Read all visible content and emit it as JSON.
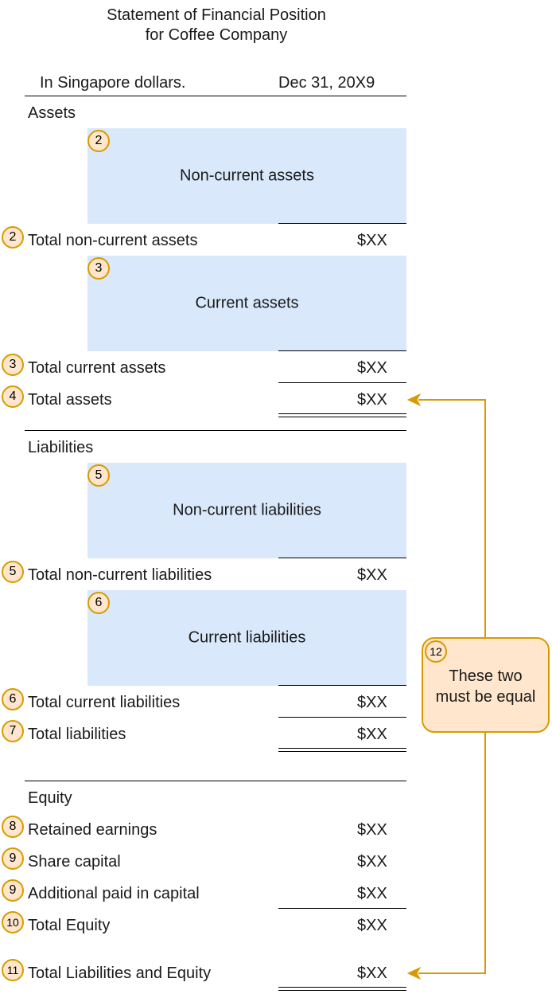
{
  "title": {
    "line1": "Statement of Financial Position",
    "line2": "for Coffee Company"
  },
  "header": {
    "currency_note": "In Singapore dollars.",
    "period": "Dec 31, 20X9"
  },
  "sections": {
    "assets": "Assets",
    "liabilities": "Liabilities",
    "equity": "Equity"
  },
  "boxes": {
    "non_current_assets": "Non-current assets",
    "current_assets": "Current assets",
    "non_current_liabilities": "Non-current liabilities",
    "current_liabilities": "Current liabilities"
  },
  "rows": {
    "total_non_current_assets": {
      "label": "Total non-current assets",
      "value": "$XX",
      "badge": "2"
    },
    "total_current_assets": {
      "label": "Total current assets",
      "value": "$XX",
      "badge": "3"
    },
    "total_assets": {
      "label": "Total assets",
      "value": "$XX",
      "badge": "4"
    },
    "total_non_current_liabilities": {
      "label": "Total non-current liabilities",
      "value": "$XX",
      "badge": "5"
    },
    "total_current_liabilities": {
      "label": "Total current liabilities",
      "value": "$XX",
      "badge": "6"
    },
    "total_liabilities": {
      "label": "Total liabilities",
      "value": "$XX",
      "badge": "7"
    },
    "retained_earnings": {
      "label": "Retained earnings",
      "value": "$XX",
      "badge": "8"
    },
    "share_capital": {
      "label": "Share capital",
      "value": "$XX",
      "badge": "9"
    },
    "additional_paid_in_capital": {
      "label": "Additional paid in capital",
      "value": "$XX",
      "badge": "9"
    },
    "total_equity": {
      "label": "Total Equity",
      "value": "$XX",
      "badge": "10"
    },
    "total_liabilities_and_equity": {
      "label": "Total Liabilities and Equity",
      "value": "$XX",
      "badge": "11"
    }
  },
  "box_badges": {
    "non_current_assets": "2",
    "current_assets": "3",
    "non_current_liabilities": "5",
    "current_liabilities": "6"
  },
  "note": {
    "badge": "12",
    "line1": "These two",
    "line2": "must be equal"
  },
  "colors": {
    "box_fill": "#dae8fc",
    "badge_fill": "#ffe6cc",
    "badge_stroke": "#d79b00",
    "arrow": "#d79b00"
  }
}
